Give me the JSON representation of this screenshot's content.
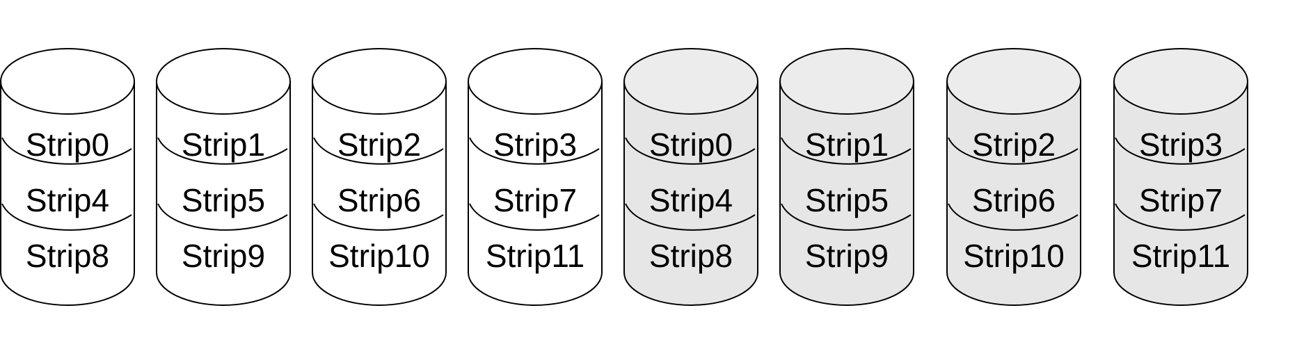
{
  "colors": {
    "background": "#ffffff",
    "stroke": "#000000",
    "plain_disk_fill": "#ffffff",
    "mirror_disk_fill": "#e6e6e6",
    "mirror_disk_top_fill": "#ececec"
  },
  "disks": [
    {
      "group": "primary",
      "strips": [
        "Strip0",
        "Strip4",
        "Strip8"
      ]
    },
    {
      "group": "primary",
      "strips": [
        "Strip1",
        "Strip5",
        "Strip9"
      ]
    },
    {
      "group": "primary",
      "strips": [
        "Strip2",
        "Strip6",
        "Strip10"
      ]
    },
    {
      "group": "primary",
      "strips": [
        "Strip3",
        "Strip7",
        "Strip11"
      ]
    },
    {
      "group": "mirror",
      "strips": [
        "Strip0",
        "Strip4",
        "Strip8"
      ]
    },
    {
      "group": "mirror",
      "strips": [
        "Strip1",
        "Strip5",
        "Strip9"
      ]
    },
    {
      "group": "mirror",
      "strips": [
        "Strip2",
        "Strip6",
        "Strip10"
      ]
    },
    {
      "group": "mirror",
      "strips": [
        "Strip3",
        "Strip7",
        "Strip11"
      ]
    }
  ]
}
